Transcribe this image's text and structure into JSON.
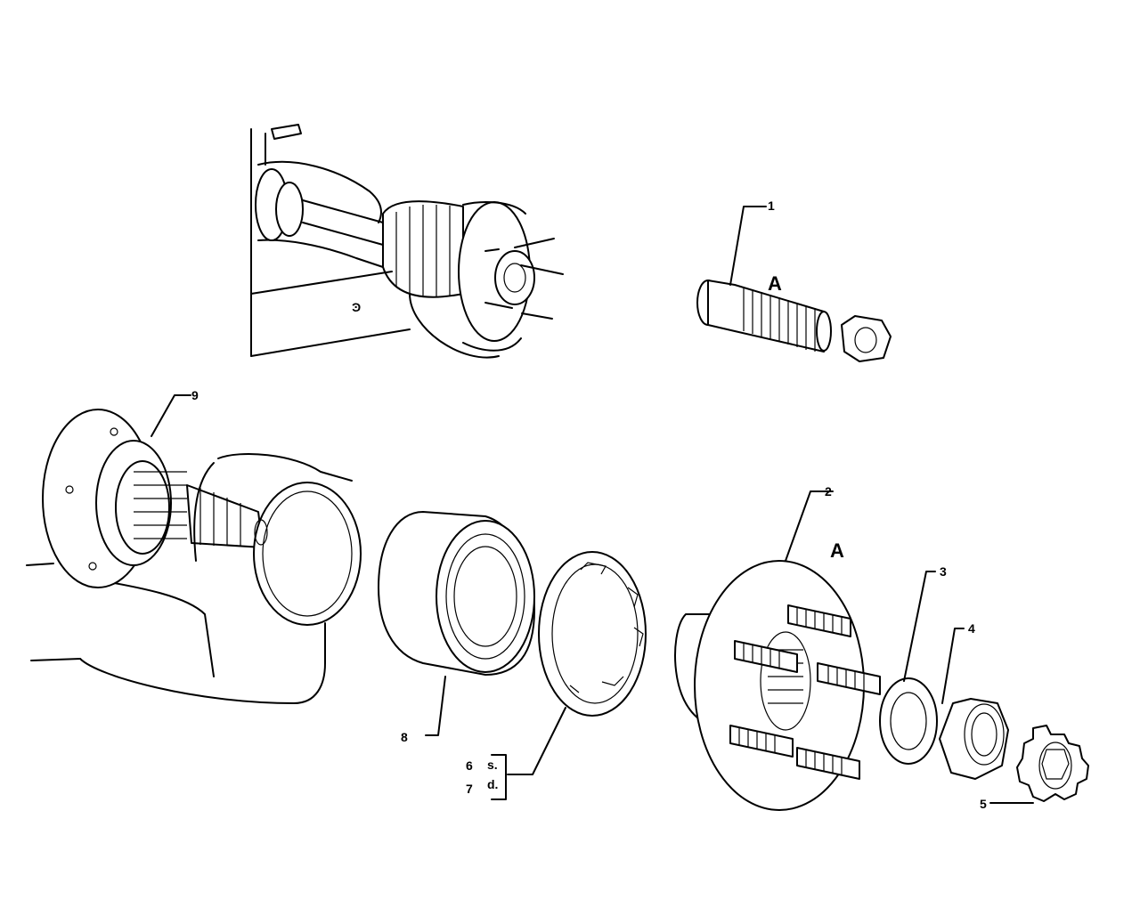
{
  "callouts": {
    "c1": "1",
    "c2": "2",
    "c3": "3",
    "c4": "4",
    "c5": "5",
    "c6": "6",
    "c7": "7",
    "c8": "8",
    "c9": "9"
  },
  "markers": {
    "a_stud": "A",
    "a_hub": "A"
  },
  "sides": {
    "s": "s.",
    "d": "d."
  }
}
